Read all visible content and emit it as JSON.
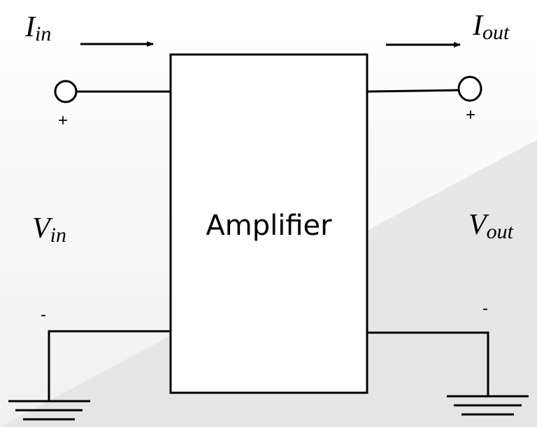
{
  "diagram": {
    "block_label": "Amplifier",
    "input_current": {
      "symbol": "I",
      "subscript": "in"
    },
    "output_current": {
      "symbol": "I",
      "subscript": "out"
    },
    "input_voltage": {
      "symbol": "V",
      "subscript": "in"
    },
    "output_voltage": {
      "symbol": "V",
      "subscript": "out"
    },
    "input_plus": "+",
    "input_minus": "-",
    "output_plus": "+",
    "output_minus": "-"
  },
  "colors": {
    "background_light": "#ffffff",
    "background_shade": "#e6e6e6",
    "stroke": "#000000",
    "block_fill": "#ffffff"
  }
}
